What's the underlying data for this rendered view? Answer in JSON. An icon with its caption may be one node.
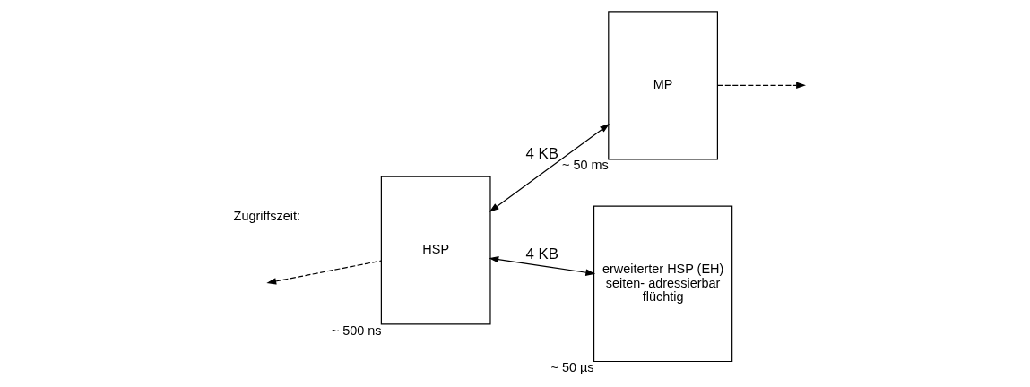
{
  "diagram": {
    "nodes": [
      {
        "text": [
          "HSP"
        ],
        "beside": [
          "~ 500 ns"
        ]
      },
      {
        "text": [
          "MP"
        ],
        "beside": [
          "~ 50 ms"
        ]
      },
      {
        "text": [
          "erweiterter HSP (EH)",
          "seiten- adressierbar",
          "flüchtig"
        ],
        "beside": [
          "~ 50 µs"
        ]
      }
    ],
    "edges": [
      {
        "from": 0,
        "to": null,
        "arrow": "to",
        "style": "dashed"
      },
      {
        "from": 0,
        "to": 1,
        "arrow": "both",
        "label": "4 KB"
      },
      {
        "from": 0,
        "to": 2,
        "arrow": "both",
        "label": "4 KB"
      },
      {
        "from": 1,
        "to": null,
        "arrow": "to",
        "style": "dashed"
      }
    ],
    "labels": [
      "Zugriffszeit:"
    ]
  }
}
